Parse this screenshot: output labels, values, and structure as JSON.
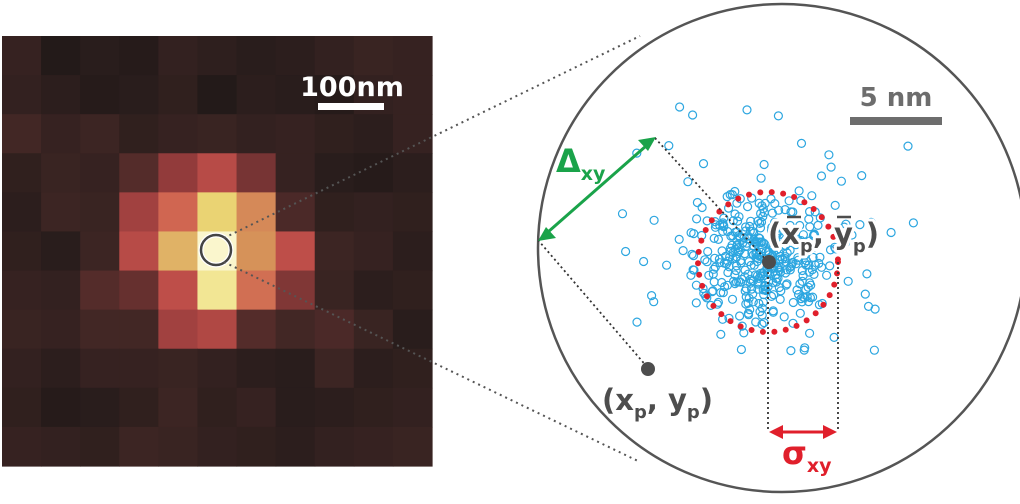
{
  "pixel_image": {
    "scale_bar_label": "100nm",
    "intensity_grid": [
      [
        0.2,
        0.08,
        0.12,
        0.1,
        0.18,
        0.15,
        0.12,
        0.14,
        0.18,
        0.22,
        0.2
      ],
      [
        0.18,
        0.14,
        0.1,
        0.12,
        0.16,
        0.08,
        0.14,
        0.12,
        0.1,
        0.18,
        0.2
      ],
      [
        0.26,
        0.2,
        0.24,
        0.16,
        0.2,
        0.22,
        0.18,
        0.2,
        0.16,
        0.14,
        0.2
      ],
      [
        0.16,
        0.22,
        0.2,
        0.3,
        0.44,
        0.54,
        0.38,
        0.2,
        0.12,
        0.1,
        0.14
      ],
      [
        0.14,
        0.24,
        0.22,
        0.48,
        0.64,
        0.86,
        0.72,
        0.28,
        0.16,
        0.18,
        0.16
      ],
      [
        0.16,
        0.12,
        0.24,
        0.54,
        0.8,
        1.0,
        0.74,
        0.56,
        0.24,
        0.2,
        0.14
      ],
      [
        0.2,
        0.18,
        0.3,
        0.34,
        0.56,
        0.92,
        0.66,
        0.4,
        0.22,
        0.14,
        0.16
      ],
      [
        0.22,
        0.2,
        0.26,
        0.26,
        0.48,
        0.52,
        0.3,
        0.26,
        0.28,
        0.22,
        0.12
      ],
      [
        0.18,
        0.14,
        0.2,
        0.2,
        0.22,
        0.18,
        0.14,
        0.12,
        0.24,
        0.14,
        0.16
      ],
      [
        0.16,
        0.1,
        0.12,
        0.16,
        0.24,
        0.16,
        0.2,
        0.12,
        0.14,
        0.16,
        0.18
      ],
      [
        0.2,
        0.18,
        0.16,
        0.24,
        0.22,
        0.18,
        0.16,
        0.14,
        0.18,
        0.2,
        0.22
      ]
    ]
  },
  "zoom": {
    "scale_bar_label": "5 nm",
    "delta_symbol": "Δ",
    "delta_subscript": "xy",
    "sigma_symbol": "σ",
    "sigma_subscript": "xy",
    "true_position": {
      "open": "(x",
      "sub1": "p",
      "comma": ", y",
      "sub2": "p",
      "close": ")"
    },
    "mean_position": {
      "open": "(",
      "x": "x",
      "sub1": "p",
      "comma": ", ",
      "y": "y",
      "sub2": "p",
      "close": ")"
    }
  },
  "colors": {
    "delta_arrow": "#1aa34a",
    "sigma_arrow": "#e01f2b",
    "circle_dots": "#e01f2b",
    "localizations": "#2ca6e0",
    "markers": "#4d4d4d",
    "scale_bar_zoom": "#6d6d6d",
    "scale_bar_pixel": "#ffffff"
  }
}
